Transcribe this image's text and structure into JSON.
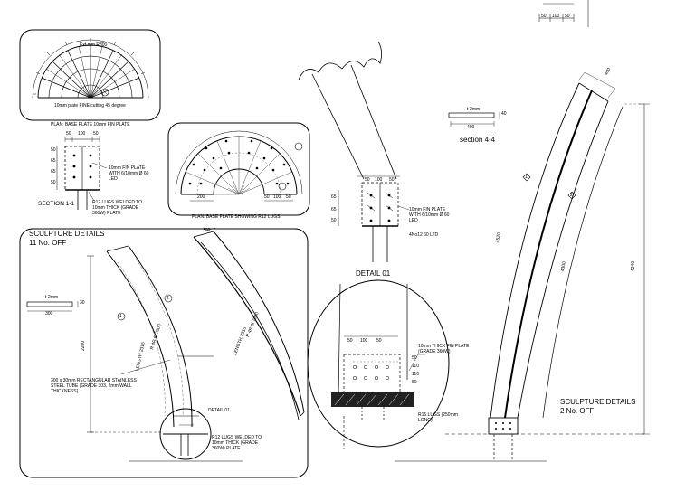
{
  "panels": {
    "fin_plate": {
      "caption": "PLAN: BASE PLATE 10mm FIN PLATE",
      "top_dim": "Ext.mm  R300",
      "bottom_note": "10mm plate FINE cutting 45 degree"
    },
    "lugs_plate": {
      "caption": "PLAN: BASE PLATE SHOWING R12 LUGS",
      "dim_200": "200",
      "dims_bottom": [
        "50",
        "100",
        "50"
      ]
    },
    "section_1_1": {
      "title": "SECTION 1-1",
      "top_dims": [
        "50",
        "100",
        "50"
      ],
      "side_dims": [
        "50",
        "65",
        "65",
        "50"
      ],
      "note_fin": "10mm FIN PLATE WITH 6/10mm Ø 60 LED",
      "note_lugs": "R12 LUGS WELDED TO 10mm THICK (GRADE 360W) PLATE"
    },
    "sculpture_11": {
      "title": "SCULPTURE DETAILS",
      "qty": "11 No. OFF",
      "flat_label": "t-2mm",
      "flat_dim": "300",
      "flat_dim_side": "30",
      "height": "2200",
      "length_a": "LENGTH 2315",
      "length_b": "R 4R 6I 7000",
      "length_c": "LENGTH 2315",
      "length_d": "R 4R 6I 7000",
      "width_top": "300",
      "tube_note": "300 x 30mm RECTANGULAR STAINLESS STEEL TUBE (GRADE 303, 2mm WALL THICKNESS)",
      "detail_ref": "DETAIL 01",
      "lug_note": "R12 LUGS WELDED TO 10mm THICK (GRADE 360W) PLATE",
      "callout_1": "1",
      "callout_2": "2"
    },
    "detail_01": {
      "title": "DETAIL 01",
      "top_dims": [
        "50",
        "100",
        "50"
      ],
      "side_dims": [
        "65",
        "65",
        "50"
      ],
      "note_fin": "10mm FIN PLATE WITH 6/10mm Ø 60 LED",
      "note_led": "4No12 60 LTD"
    },
    "detail_circle": {
      "top_dims": [
        "50",
        "100",
        "50"
      ],
      "side_dims": [
        "50",
        "110",
        "110",
        "50"
      ],
      "note_plate": "10mm THICK FIN PLATE (GRADE 360W)",
      "note_lugs": "R16 LUGS (250mm LONG)"
    },
    "section_4_4": {
      "title": "section 4-4",
      "flat_label": "t-2mm",
      "flat_dim": "400",
      "flat_dim_side": "40"
    },
    "sculpture_2": {
      "title": "SCULPTURE DETAILS",
      "qty": "2 No. OFF",
      "dim_top": "400",
      "height": "4240",
      "length_inner": "4520",
      "length_outer": "4300",
      "callout_a": "1",
      "callout_b": "2"
    },
    "top_right": {
      "dims": [
        "50",
        "100",
        "50"
      ]
    }
  }
}
